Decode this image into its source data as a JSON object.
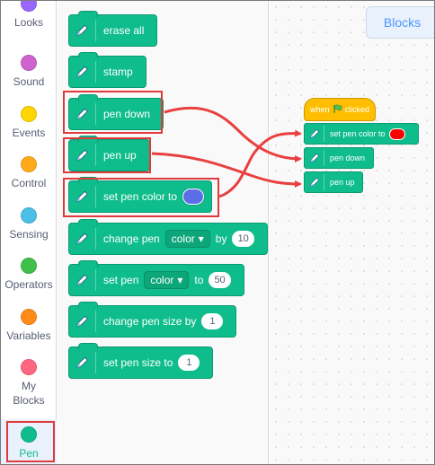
{
  "colors": {
    "accent_green": "#0fbd8c",
    "highlight_red": "#e03a3a",
    "event_yellow": "#ffbf00",
    "blue_swatch": "#5b6ee8",
    "red_swatch": "#ff0000"
  },
  "sidebar": {
    "categories": [
      {
        "label": "Looks",
        "color": "#9966ff"
      },
      {
        "label": "Sound",
        "color": "#cf63cf"
      },
      {
        "label": "Events",
        "color": "#ffd500"
      },
      {
        "label": "Control",
        "color": "#ffab19"
      },
      {
        "label": "Sensing",
        "color": "#4cbfe6"
      },
      {
        "label": "Operators",
        "color": "#40bf4a"
      },
      {
        "label": "Variables",
        "color": "#ff8c1a"
      },
      {
        "label": "My Blocks",
        "color": "#ff6680"
      },
      {
        "label": "Pen",
        "color": "#0fbd8c"
      }
    ]
  },
  "palette": {
    "erase_all": "erase all",
    "stamp": "stamp",
    "pen_down": "pen down",
    "pen_up": "pen up",
    "set_pen_color_to": "set pen color to",
    "change_pen": {
      "prefix": "change pen",
      "dropdown": "color",
      "by": "by",
      "value": "10"
    },
    "set_pen": {
      "prefix": "set pen",
      "dropdown": "color",
      "to": "to",
      "value": "50"
    },
    "change_pen_size": {
      "label": "change pen size by",
      "value": "1"
    },
    "set_pen_size": {
      "label": "set pen size to",
      "value": "1"
    }
  },
  "workspace": {
    "tab_label": "Blocks",
    "script": {
      "when": "when",
      "clicked": "clicked",
      "set_pen_color_to": "set pen color to",
      "pen_down": "pen down",
      "pen_up": "pen up"
    }
  }
}
